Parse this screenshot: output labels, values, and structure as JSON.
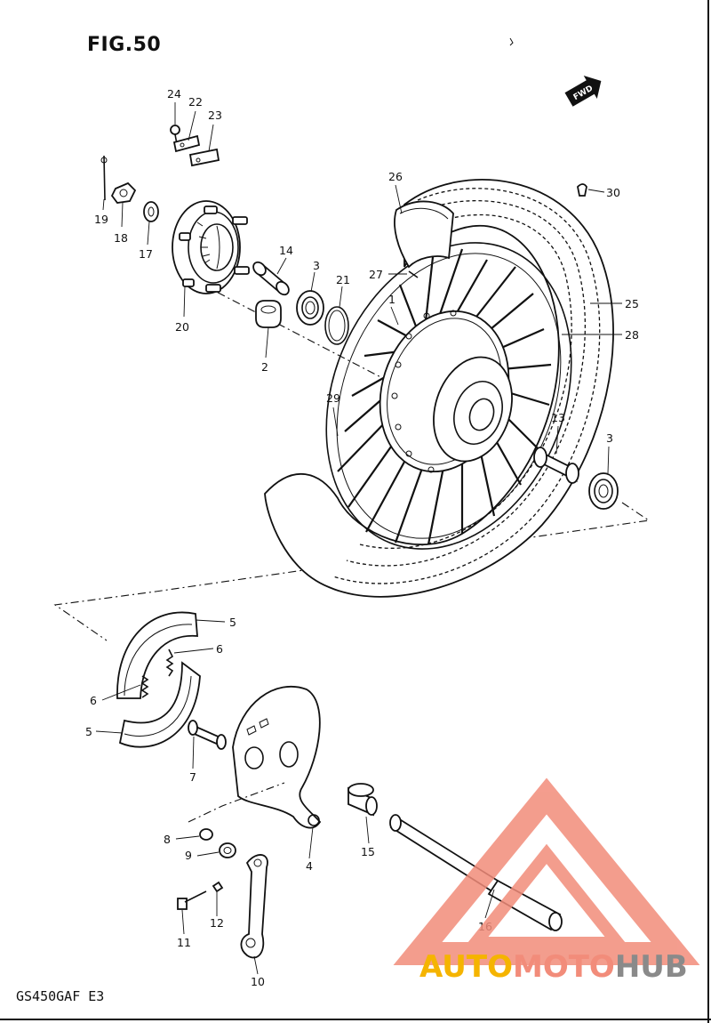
{
  "figure": {
    "title": "FIG.50",
    "model_code": "GS450GAF E3",
    "direction_label": "FWD"
  },
  "parts": [
    {
      "id": "p24",
      "number": "24"
    },
    {
      "id": "p22",
      "number": "22"
    },
    {
      "id": "p23",
      "number": "23"
    },
    {
      "id": "p19",
      "number": "19"
    },
    {
      "id": "p18",
      "number": "18"
    },
    {
      "id": "p17",
      "number": "17"
    },
    {
      "id": "p20",
      "number": "20"
    },
    {
      "id": "p14",
      "number": "14"
    },
    {
      "id": "p3a",
      "number": "3"
    },
    {
      "id": "p21",
      "number": "21"
    },
    {
      "id": "p2",
      "number": "2"
    },
    {
      "id": "p26",
      "number": "26"
    },
    {
      "id": "p27",
      "number": "27"
    },
    {
      "id": "p1",
      "number": "1"
    },
    {
      "id": "p25",
      "number": "25"
    },
    {
      "id": "p28",
      "number": "28"
    },
    {
      "id": "p30",
      "number": "30"
    },
    {
      "id": "p29",
      "number": "29"
    },
    {
      "id": "p13",
      "number": "13"
    },
    {
      "id": "p3b",
      "number": "3"
    },
    {
      "id": "p5a",
      "number": "5"
    },
    {
      "id": "p6a",
      "number": "6"
    },
    {
      "id": "p6b",
      "number": "6"
    },
    {
      "id": "p5b",
      "number": "5"
    },
    {
      "id": "p7",
      "number": "7"
    },
    {
      "id": "p8",
      "number": "8"
    },
    {
      "id": "p9",
      "number": "9"
    },
    {
      "id": "p4",
      "number": "4"
    },
    {
      "id": "p15",
      "number": "15"
    },
    {
      "id": "p11",
      "number": "11"
    },
    {
      "id": "p12",
      "number": "12"
    },
    {
      "id": "p10",
      "number": "10"
    },
    {
      "id": "p16",
      "number": "16"
    }
  ],
  "watermark": {
    "part1": "AUTO",
    "part2": "MOTO",
    "part3": "HUB",
    "color1": "#f5b400",
    "color2": "#f28c7a",
    "color3": "#8a8a8a",
    "logo_color": "#f28c7a"
  }
}
